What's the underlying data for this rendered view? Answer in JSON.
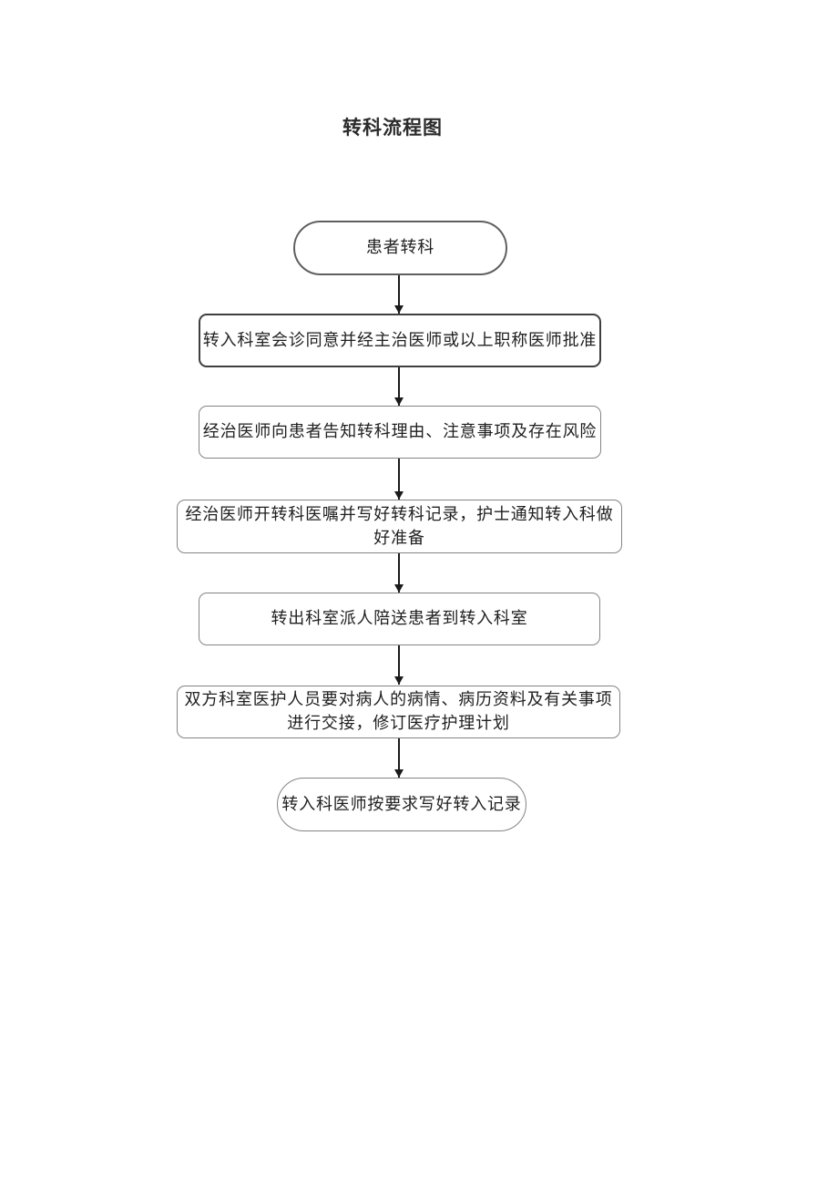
{
  "document": {
    "title": "转科流程图"
  },
  "flowchart": {
    "direction": "top-down",
    "connector_style": "straight-arrow",
    "nodes": [
      {
        "id": "start",
        "shape": "stadium",
        "label": "患者转科"
      },
      {
        "id": "approve",
        "shape": "rounded-rect",
        "label": "转入科室会诊同意并经主治医师或以上职称医师批准"
      },
      {
        "id": "inform",
        "shape": "rounded-rect",
        "label": "经治医师向患者告知转科理由、注意事项及存在风险"
      },
      {
        "id": "order",
        "shape": "rounded-rect",
        "label": "经治医师开转科医嘱并写好转科记录，护士通知转入科做\n好准备"
      },
      {
        "id": "escort",
        "shape": "rounded-rect",
        "label": "转出科室派人陪送患者到转入科室"
      },
      {
        "id": "handover",
        "shape": "rounded-rect",
        "label": "双方科室医护人员要对病人的病情、病历资料及有关事项\n进行交接，修订医疗护理计划"
      },
      {
        "id": "end",
        "shape": "stadium",
        "label": "转入科医师按要求写好转入记录"
      }
    ],
    "edges": [
      [
        "start",
        "approve"
      ],
      [
        "approve",
        "inform"
      ],
      [
        "inform",
        "order"
      ],
      [
        "order",
        "escort"
      ],
      [
        "escort",
        "handover"
      ],
      [
        "handover",
        "end"
      ]
    ],
    "colors": {
      "background": "#ffffff",
      "text": "#1f1f1f",
      "border_default": "#848484",
      "border_start": "#5f5f5f",
      "border_emphasis": "#3f3f3f",
      "arrow": "#1a1a1a"
    }
  }
}
